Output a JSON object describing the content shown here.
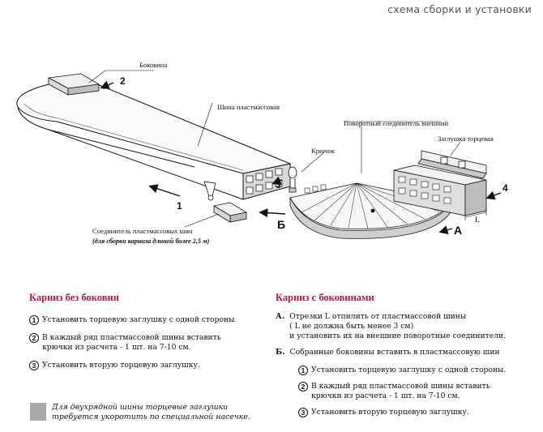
{
  "header": {
    "title": "схема сборки и установки"
  },
  "diagram": {
    "labels": {
      "bokovina": "Боковина",
      "shina": "Шина пластмассовая",
      "povorotny": "Поворотный соединитель внешний",
      "zaglushka": "Заглушка торцевая",
      "kryuchok": "Крючок",
      "soed_line1": "Соединитель пластмассовых шин",
      "soed_line2": "(для сборки карниза длиной более 2,5 м)"
    },
    "numbers": {
      "n1": "1",
      "n2": "2",
      "n3": "3",
      "n4": "4"
    },
    "letters": {
      "A": "A",
      "B": "Б",
      "L": "L"
    }
  },
  "left": {
    "title": "Карниз без боковин",
    "steps": [
      {
        "n": "1",
        "text": "Установить торцевую заглушку с одной стороны."
      },
      {
        "n": "2",
        "text": "В каждый ряд пластмассовой шины вставить\nкрючки из расчета  -  1 шт. на 7-10 см."
      },
      {
        "n": "3",
        "text": "Установить вторую торцевую заглушку."
      }
    ],
    "note": "Для двухрядной шины торцевые заглушки\nтребуется укоротить по специальной насечке."
  },
  "right": {
    "title": "Карниз с боковинами",
    "a_letter": "А.",
    "a_text": "Отрезки  L  отпилить от пластмассовой шины\n           ( L  не должна быть менее 3 см)\nи установить их на внешние поворотные соединители.",
    "b_letter": "Б.",
    "b_text": "Собранные боковины вставить в пластмассовую шин",
    "steps": [
      {
        "n": "1",
        "text": "Установить торцевую заглушку с одной стороны."
      },
      {
        "n": "2",
        "text": "В каждый ряд пластмассовой шины вставить\nкрючки из расчета  -  1 шт. на 7-10 см."
      },
      {
        "n": "3",
        "text": "Установить вторую торцевую заглушку."
      }
    ]
  }
}
